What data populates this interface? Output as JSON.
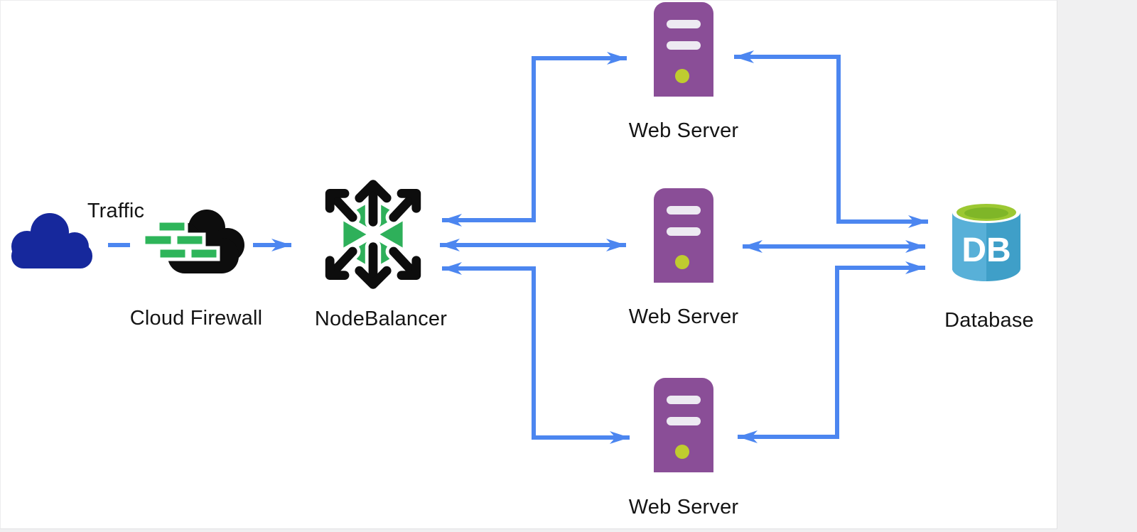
{
  "diagram_type": "architecture-diagram",
  "nodes": {
    "traffic": {
      "label": "Traffic",
      "icon": "cloud-icon"
    },
    "firewall": {
      "label": "Cloud Firewall",
      "icon": "firewall-icon"
    },
    "nodebalancer": {
      "label": "NodeBalancer",
      "icon": "nodebalancer-icon"
    },
    "webserver1": {
      "label": "Web Server",
      "icon": "server-icon"
    },
    "webserver2": {
      "label": "Web Server",
      "icon": "server-icon"
    },
    "webserver3": {
      "label": "Web Server",
      "icon": "server-icon"
    },
    "database": {
      "label": "Database",
      "icon": "database-icon",
      "badge_text": "DB"
    }
  },
  "edges": [
    {
      "from": "Traffic",
      "to": "Cloud Firewall",
      "style": "short-dash",
      "arrows": "none"
    },
    {
      "from": "Cloud Firewall",
      "to": "NodeBalancer",
      "style": "solid",
      "arrows": "forward"
    },
    {
      "from": "NodeBalancer",
      "to": "Web Server (top)",
      "style": "elbow",
      "arrows": "both"
    },
    {
      "from": "NodeBalancer",
      "to": "Web Server (middle)",
      "style": "straight",
      "arrows": "both"
    },
    {
      "from": "NodeBalancer",
      "to": "Web Server (bottom)",
      "style": "elbow",
      "arrows": "both"
    },
    {
      "from": "Web Server (top)",
      "to": "Database",
      "style": "elbow",
      "arrows": "both"
    },
    {
      "from": "Web Server (middle)",
      "to": "Database",
      "style": "straight",
      "arrows": "both"
    },
    {
      "from": "Web Server (bottom)",
      "to": "Database",
      "style": "elbow",
      "arrows": "both"
    }
  ],
  "colors": {
    "connector_blue": "#4C86F0",
    "traffic_cloud_navy": "#16289C",
    "firewall_cloud_black": "#0d0d0d",
    "firewall_brick_green": "#2EB55A",
    "nodebalancer_hex_green": "#2EB05A",
    "nodebalancer_arrow_black": "#0d0d0d",
    "server_purple": "#8A4E97",
    "server_slat": "#EDEAF2",
    "server_led_green": "#BFCC2F",
    "database_blue_light": "#58B0D8",
    "database_blue_dark": "#3F9FC8",
    "database_top_lime": "#9CC832",
    "database_top_lime_dark": "#7FB628",
    "canvas_white": "#ffffff",
    "page_gray": "#f0f0f1",
    "label_black": "#141414"
  }
}
